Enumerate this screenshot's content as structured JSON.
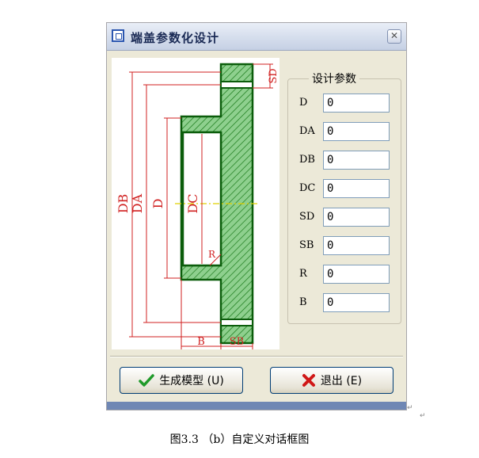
{
  "dialog": {
    "title": "端盖参数化设计",
    "close_glyph": "✕"
  },
  "drawing": {
    "dims": {
      "sd": "SD",
      "db": "DB",
      "da": "DA",
      "d": "D",
      "dc": "DC",
      "r": "R",
      "b": "B",
      "sb": "SB"
    },
    "colors": {
      "hatch": "#1a7a1a",
      "fill": "#8ed08e",
      "dimension": "#d02020",
      "centerline": "#e0d000"
    }
  },
  "params": {
    "legend": "设计参数",
    "items": [
      {
        "label": "D",
        "value": "0"
      },
      {
        "label": "DA",
        "value": "0"
      },
      {
        "label": "DB",
        "value": "0"
      },
      {
        "label": "DC",
        "value": "0"
      },
      {
        "label": "SD",
        "value": "0"
      },
      {
        "label": "SB",
        "value": "0"
      },
      {
        "label": "R",
        "value": "0"
      },
      {
        "label": "B",
        "value": "0"
      }
    ]
  },
  "buttons": {
    "generate": "生成模型 (U)",
    "exit": "退出 (E)"
  },
  "caption": "图3.3      （b）自定义对话框图",
  "marks": {
    "return1": "↵",
    "return2": "↵"
  }
}
